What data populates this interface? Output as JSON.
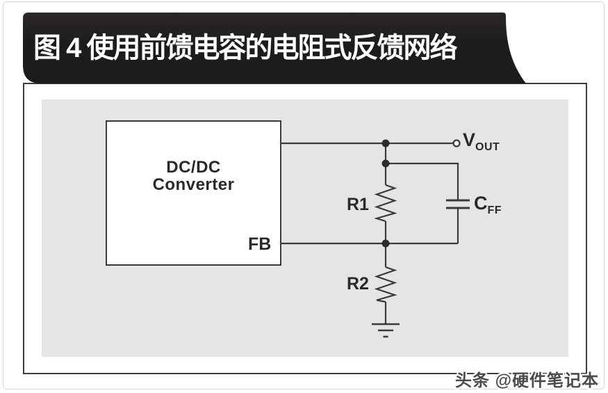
{
  "banner": {
    "title": "图 4 使用前馈电容的电阻式反馈网络"
  },
  "circuit": {
    "converter_block": {
      "line1": "DC/DC",
      "line2": "Converter",
      "fb_pin": "FB"
    },
    "resistors": {
      "r1": "R1",
      "r2": "R2"
    },
    "capacitor": {
      "main": "C",
      "sub": "FF"
    },
    "output": {
      "main": "V",
      "sub": "OUT"
    }
  },
  "watermark": {
    "text": "头条 @硬件笔记本"
  },
  "colors": {
    "banner_bg": "#201d1e",
    "panel_bg": "#e5e5e7",
    "line": "#3a3a3c",
    "text": "#2b2829",
    "watermark_text": "#4b4b4b"
  }
}
